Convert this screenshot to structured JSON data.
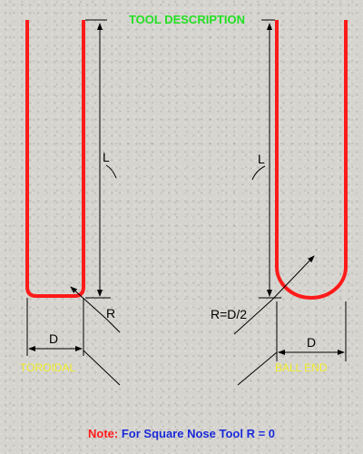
{
  "title": "TOOL DESCRIPTION",
  "toroidal": {
    "caption": "TOROIDAL",
    "length_label": "L",
    "radius_label": "R",
    "diameter_label": "D"
  },
  "ball_end": {
    "caption": "BALL END",
    "length_label": "L",
    "radius_label": "R=D/2",
    "diameter_label": "D"
  },
  "note": {
    "label": "Note:",
    "text": "For Square Nose Tool R = 0"
  },
  "colors": {
    "tool_outline": "#ff1a1a",
    "title": "#22e022",
    "caption": "#f0ee2a",
    "note_label": "#ff1a1a",
    "note_text": "#1a2ad8",
    "background": "#d6d4cf"
  }
}
